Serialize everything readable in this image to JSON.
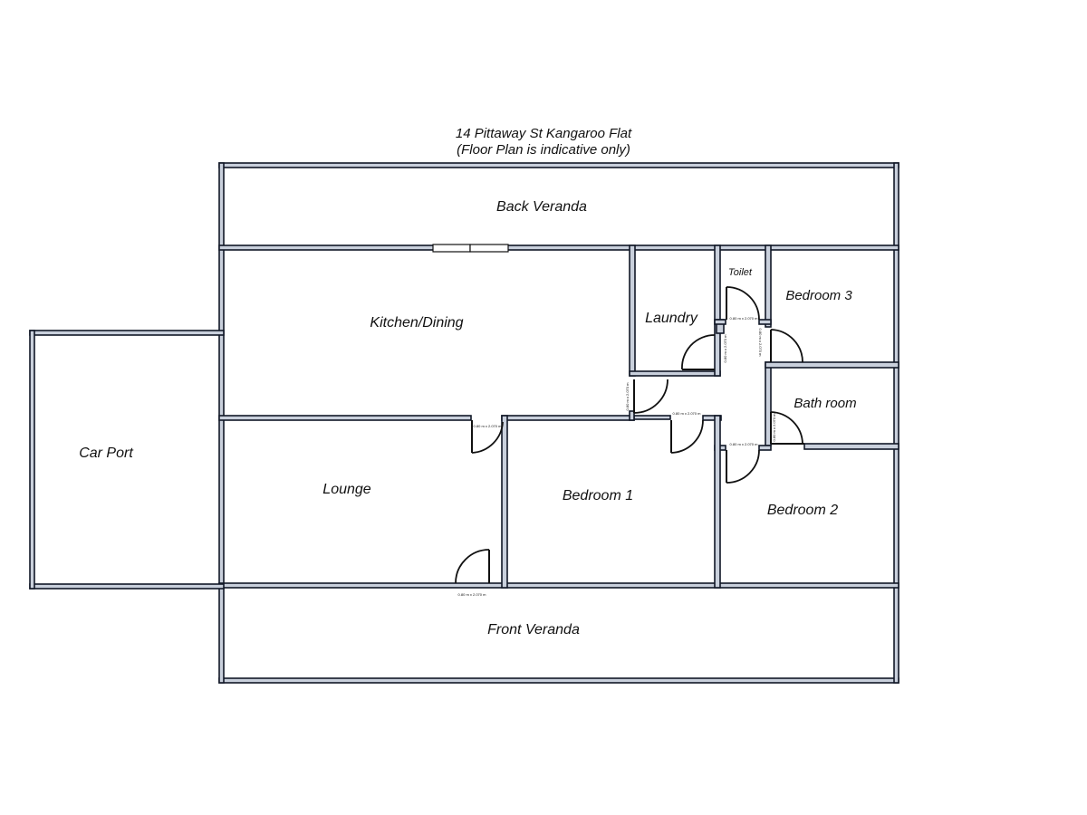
{
  "header": {
    "title": "14 Pittaway St Kangaroo Flat",
    "subtitle": "(Floor Plan is indicative only)"
  },
  "rooms": {
    "back_veranda": "Back Veranda",
    "kitchen_dining": "Kitchen/Dining",
    "laundry": "Laundry",
    "toilet": "Toilet",
    "bedroom_3": "Bedroom 3",
    "bathroom": "Bath room",
    "car_port": "Car Port",
    "lounge": "Lounge",
    "bedroom_1": "Bedroom 1",
    "bedroom_2": "Bedroom 2",
    "front_veranda": "Front Veranda"
  },
  "door_labels": {
    "standard": "0.80 m x 2.070 m",
    "front": "0.80 m x 2.070 m"
  },
  "colors": {
    "wall_fill": "#c9d0dc",
    "wall_stroke": "#111827"
  }
}
